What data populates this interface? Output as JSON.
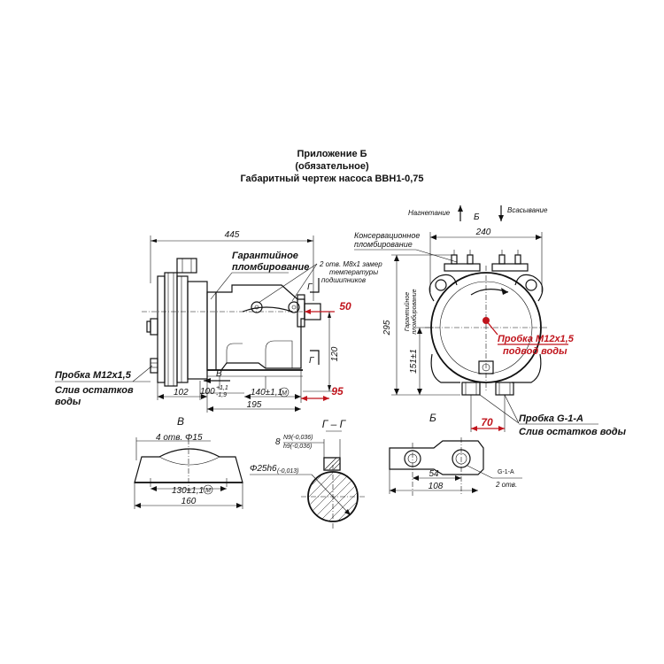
{
  "titles": {
    "line1": "Приложение Б",
    "line2": "(обязательное)",
    "line3": "Габаритный чертеж насоса ВВН1-0,75"
  },
  "colors": {
    "ink": "#111111",
    "accent_red": "#c0141c"
  },
  "left_view": {
    "dim_445": "445",
    "guarantee_seal_1": "Гарантийное",
    "guarantee_seal_2": "пломбирование",
    "thread_note_1": "2 отв. M8x1 замер",
    "thread_note_2": "температуры",
    "thread_note_3": "подшипников",
    "section_mark_top": "Г",
    "section_mark_bottom": "Г",
    "view_mark": "В",
    "dim_50": "50",
    "dim_120": "120",
    "dim_95": "95",
    "dim_102": "102",
    "dim_100": "100",
    "dim_100_tol_top": "+1,1",
    "dim_100_tol_bot": "-1,9",
    "dim_140": "140±1,1",
    "dim_140_mark": "M",
    "dim_195": "195",
    "plug_label": "Пробка M12x1,5",
    "drain_1": "Слив остатков",
    "drain_2": "воды"
  },
  "right_view": {
    "discharge": "Нагнетание",
    "suction": "Всасывание",
    "view_mark": "Б",
    "dim_240": "240",
    "conserv_seal_1": "Консервационное",
    "conserv_seal_2": "пломбирование",
    "vert_seal_1": "Гарантийное",
    "vert_seal_2": "пломбирование",
    "dim_295": "295",
    "dim_151": "151±1",
    "plug_label": "Пробка M12x1,5",
    "water_in": "подвод воды",
    "dim_70": "70",
    "plug_g": "Пробка G-1-A",
    "drain_g": "Слив остатков воды",
    "bottom_mark": "Б"
  },
  "view_v": {
    "title": "В",
    "holes": "4 отв. Φ15",
    "dim_130": "130±1,1",
    "dim_130_mark": "M",
    "dim_160": "160"
  },
  "section_gg": {
    "title": "Г – Г",
    "dim_8": "8",
    "tol_1": "N9(-0,036)",
    "tol_2": "h9(-0,036)",
    "shaft": "Φ25h6",
    "shaft_tol": "(-0,013)"
  },
  "bottom_right": {
    "dim_54": "54",
    "dim_108": "108",
    "thread": "G-1-A",
    "holes": "2 отв."
  }
}
